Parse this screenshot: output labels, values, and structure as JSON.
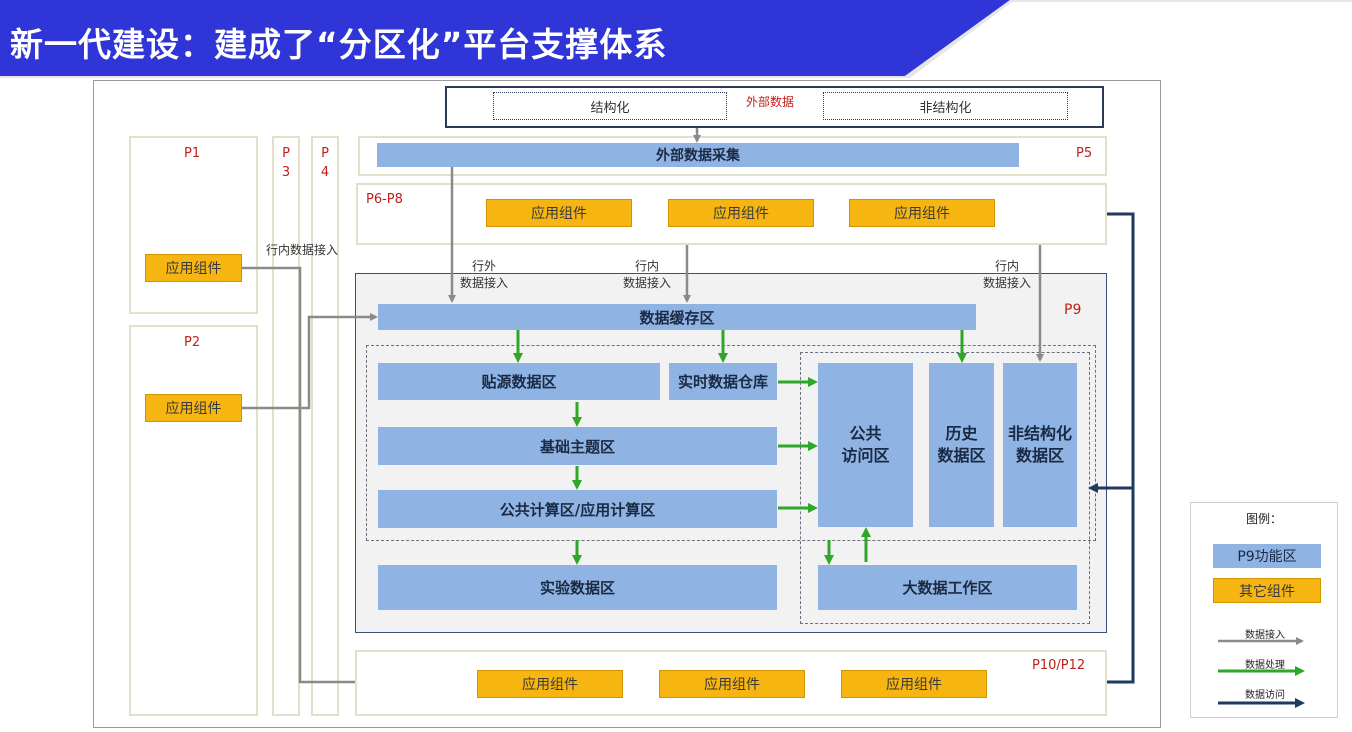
{
  "title": "新一代建设：建成了“分区化”平台支撑体系",
  "external": {
    "structured": "结构化",
    "label": "外部数据",
    "unstructured": "非结构化"
  },
  "p5": {
    "label": "P5",
    "collect": "外部数据采集"
  },
  "p1": {
    "label": "P1",
    "component": "应用组件"
  },
  "p2": {
    "label": "P2",
    "component": "应用组件"
  },
  "p3": {
    "line1": "P",
    "line2": "3"
  },
  "p4": {
    "line1": "P",
    "line2": "4"
  },
  "p6p8": {
    "label": "P6-P8",
    "components": [
      "应用组件",
      "应用组件",
      "应用组件"
    ]
  },
  "p9": {
    "label": "P9",
    "cache": "数据缓存区",
    "source": "贴源数据区",
    "realtime": "实时数据仓库",
    "base": "基础主题区",
    "compute": "公共计算区/应用计算区",
    "experiment": "实验数据区",
    "public_line1": "公共",
    "public_line2": "访问区",
    "history_line1": "历史",
    "history_line2": "数据区",
    "unstruct_line1": "非结构化",
    "unstruct_line2": "数据区",
    "bigdata": "大数据工作区"
  },
  "p10p12": {
    "label": "P10/P12",
    "components": [
      "应用组件",
      "应用组件",
      "应用组件"
    ]
  },
  "annotations": {
    "internal_left": "行内数据接入",
    "outside_line1": "行外",
    "outside_line2": "数据接入",
    "inside_mid_line1": "行内",
    "inside_mid_line2": "数据接入",
    "inside_right_line1": "行内",
    "inside_right_line2": "数据接入"
  },
  "legend": {
    "title": "图例：",
    "p9_zone": "P9功能区",
    "other": "其它组件",
    "access": "数据接入",
    "process": "数据处理",
    "visit": "数据访问"
  },
  "colors": {
    "banner": "#2f35d6",
    "zone_blue": "#8fb4e3",
    "component_orange": "#f7b512",
    "access_arrow": "#8a8a8a",
    "process_arrow": "#2fa82a",
    "visit_arrow": "#1f3a5f"
  }
}
